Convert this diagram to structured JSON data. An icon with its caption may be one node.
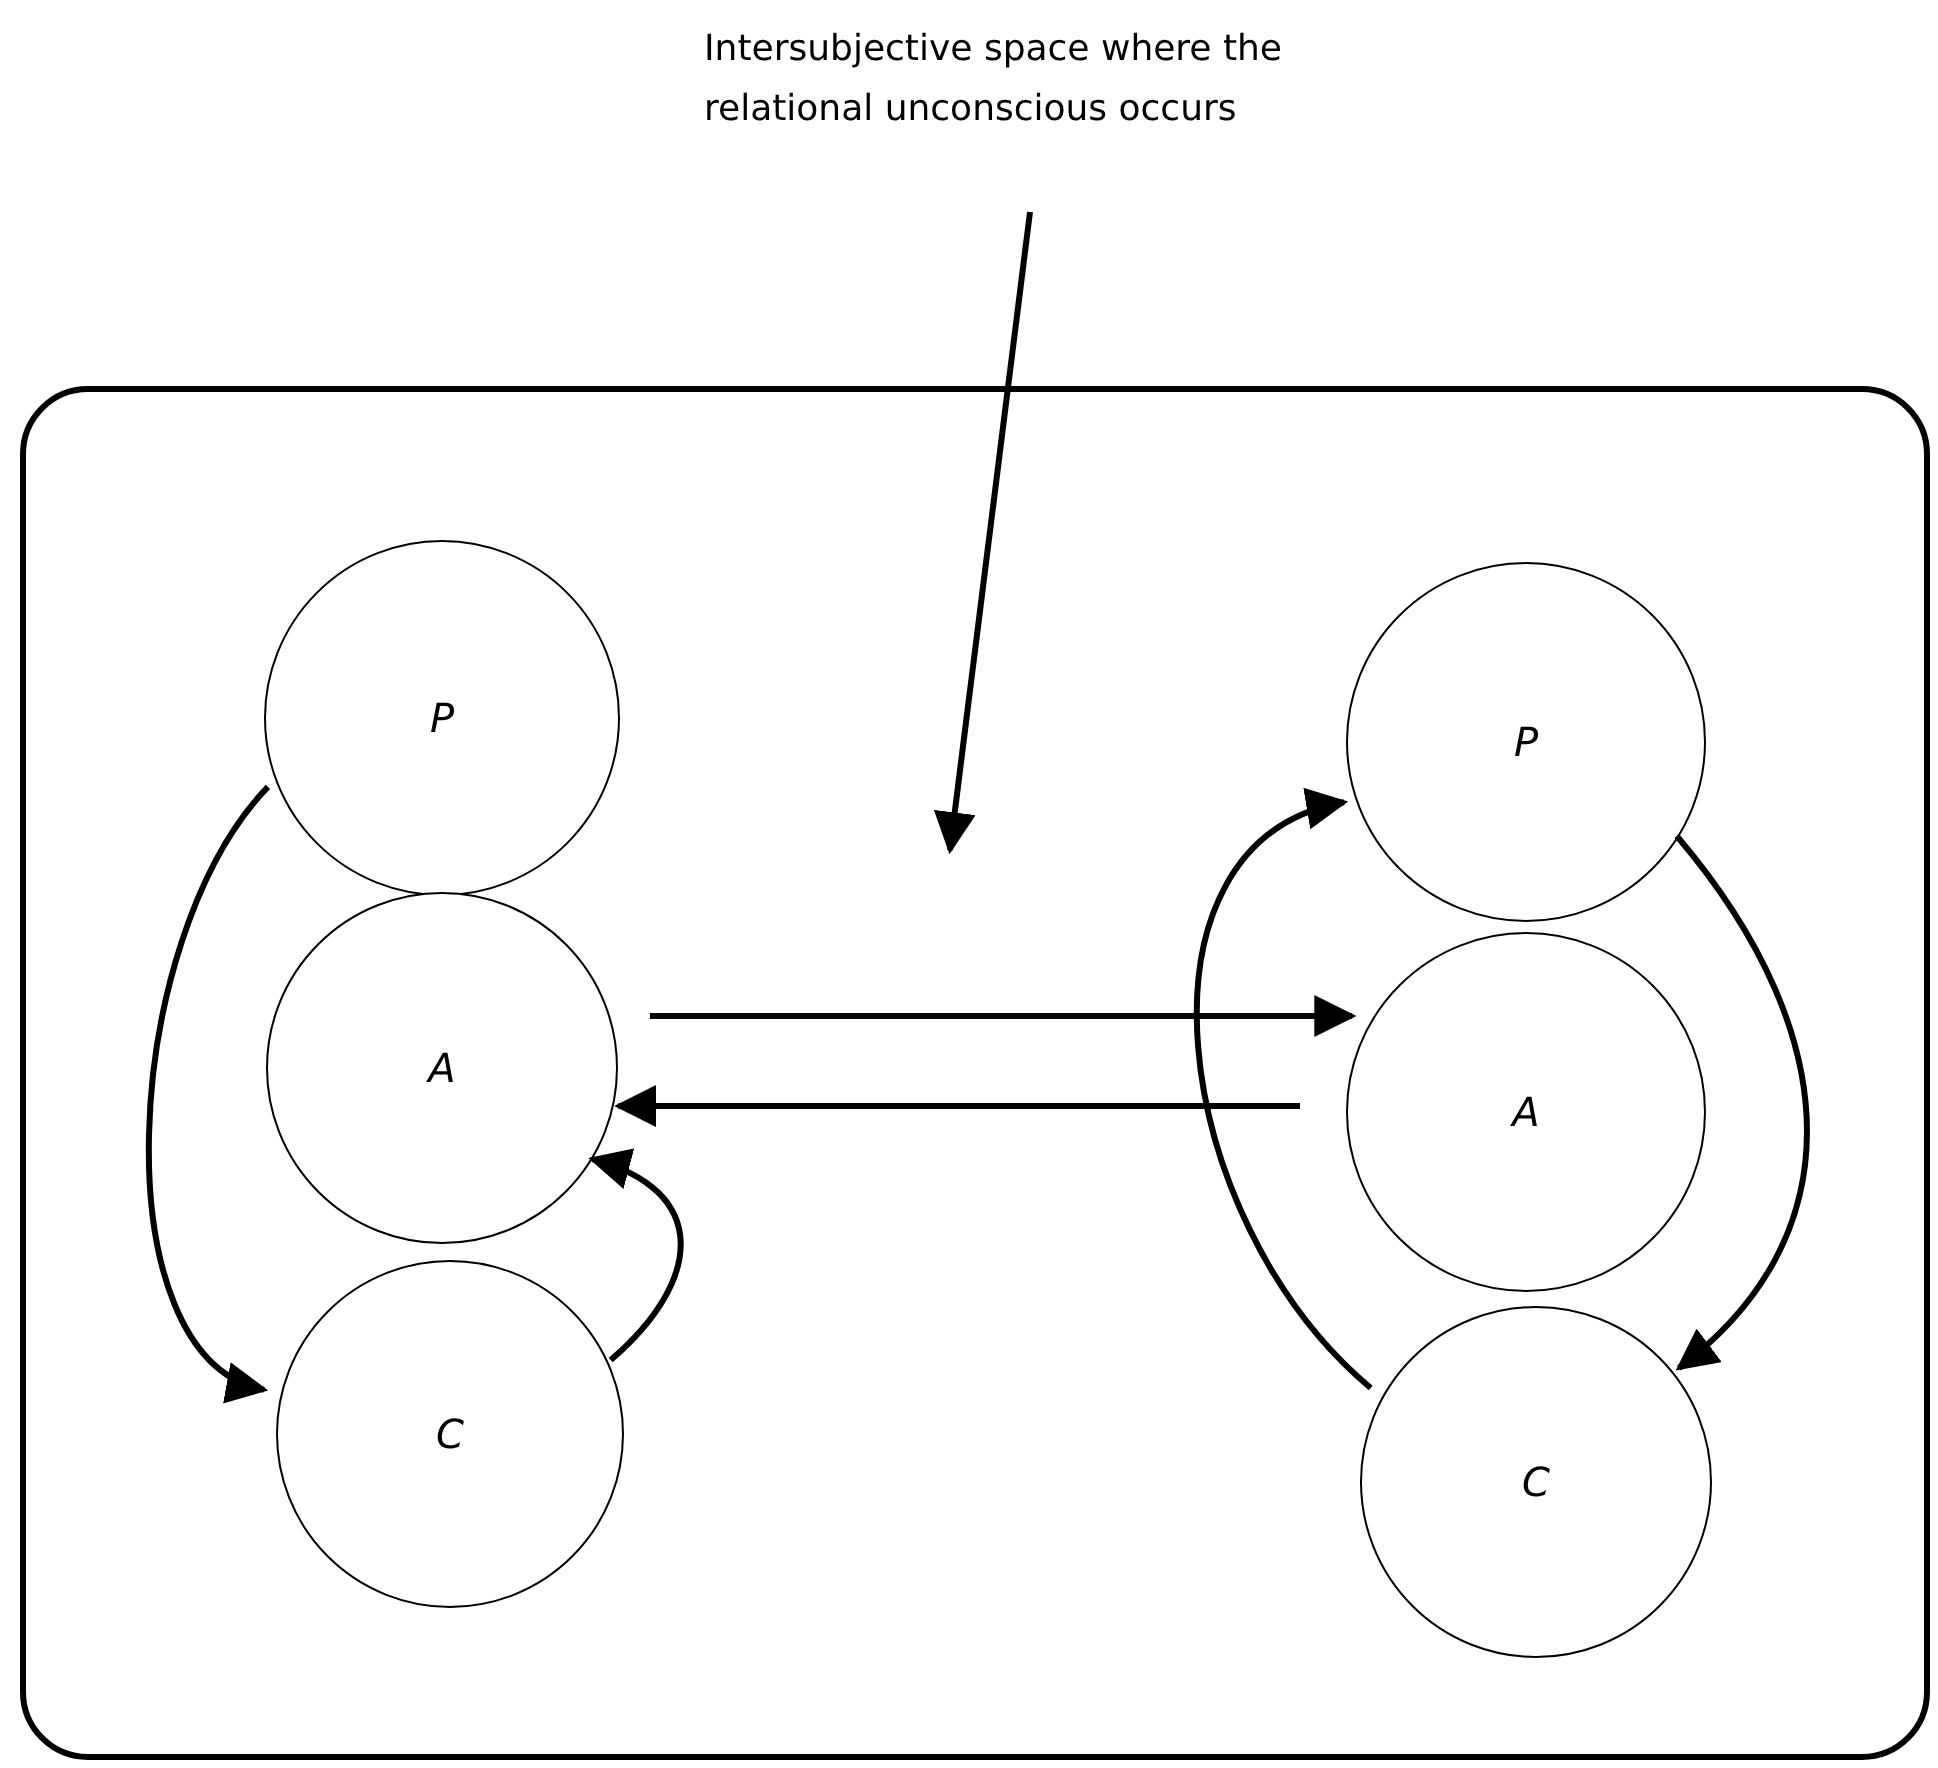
{
  "diagram": {
    "nodes": [
      {
        "text": [
          "Intersubjective space where the relational unconscious occurs"
        ]
      },
      {
        "text": [],
        "shape": "box"
      },
      {
        "text": [
          "P"
        ],
        "in": 1
      },
      {
        "text": [
          "A"
        ],
        "in": 1
      },
      {
        "text": [
          "C"
        ],
        "in": 1
      },
      {
        "text": [
          "P"
        ],
        "in": 1
      },
      {
        "text": [
          "A"
        ],
        "in": 1
      },
      {
        "text": [
          "C"
        ],
        "in": 1
      }
    ],
    "edges": [
      {
        "from": 0,
        "to": null,
        "arrow": "to"
      },
      {
        "from": 2,
        "to": 4,
        "arrow": "to"
      },
      {
        "from": 4,
        "to": 3,
        "arrow": "to"
      },
      {
        "from": 3,
        "to": 6,
        "arrow": "to"
      },
      {
        "from": 6,
        "to": 3,
        "arrow": "to"
      },
      {
        "from": 7,
        "to": 5,
        "arrow": "to"
      },
      {
        "from": 5,
        "to": 7,
        "arrow": "to"
      }
    ]
  }
}
